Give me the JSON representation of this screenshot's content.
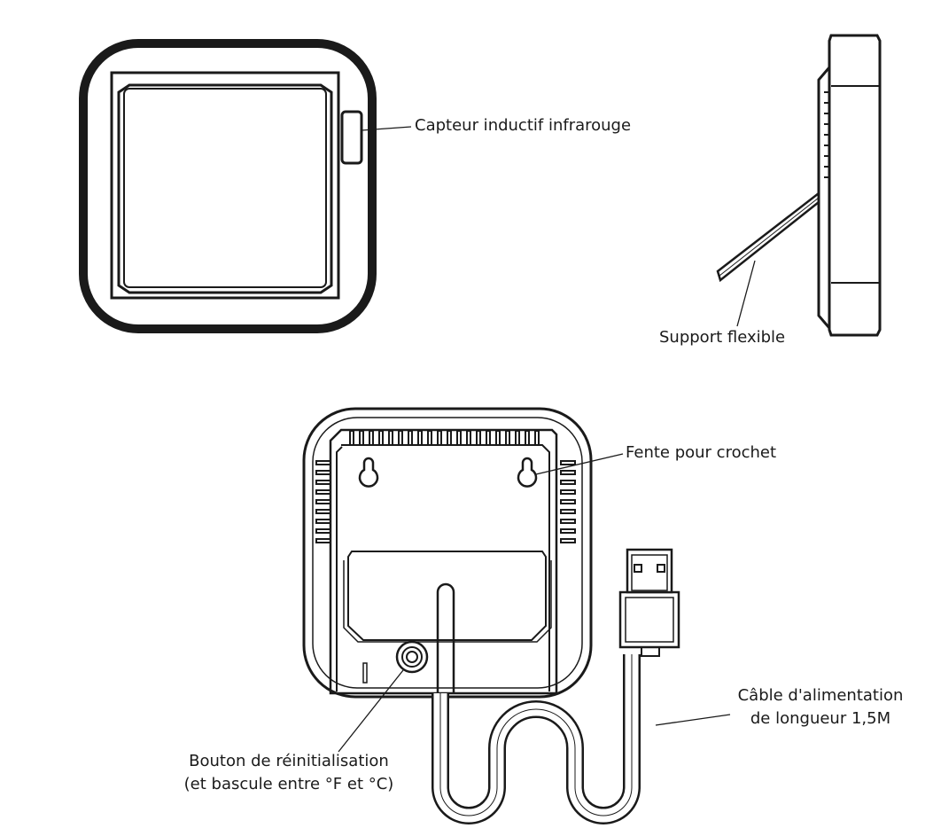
{
  "labels": {
    "infrared_sensor": "Capteur inductif infrarouge",
    "flexible_stand": "Support flexible",
    "hook_slot": "Fente pour crochet",
    "reset_button_line1": "Bouton de réinitialisation",
    "reset_button_line2": "(et bascule entre °F et °C)",
    "power_cable_line1": "Câble d'alimentation",
    "power_cable_line2": "de longueur 1,5M"
  }
}
